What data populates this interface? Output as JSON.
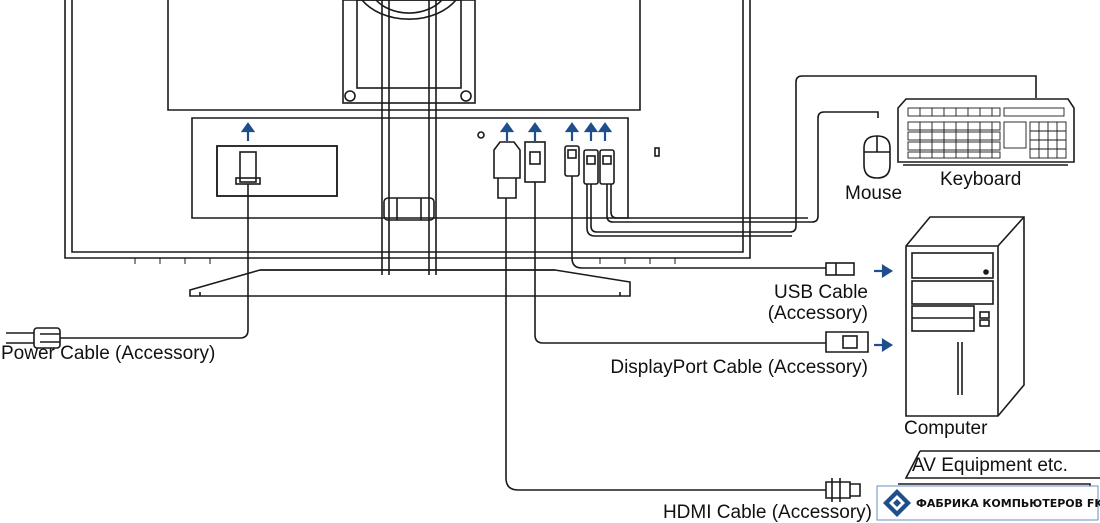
{
  "labels": {
    "power_cable": "Power Cable (Accessory)",
    "usb_cable_line1": "USB Cable",
    "usb_cable_line2": "(Accessory)",
    "displayport_cable": "DisplayPort Cable (Accessory)",
    "hdmi_cable": "HDMI Cable (Accessory)",
    "mouse": "Mouse",
    "keyboard": "Keyboard",
    "computer": "Computer",
    "av_equipment": "AV Equipment etc."
  },
  "watermark": {
    "text": "ФАБРИКА КОМПЬЮТЕРОВ FK.BY"
  },
  "colors": {
    "line": "#1a1a1a",
    "arrow_accent": "#1f4e8c",
    "background": "#ffffff"
  }
}
